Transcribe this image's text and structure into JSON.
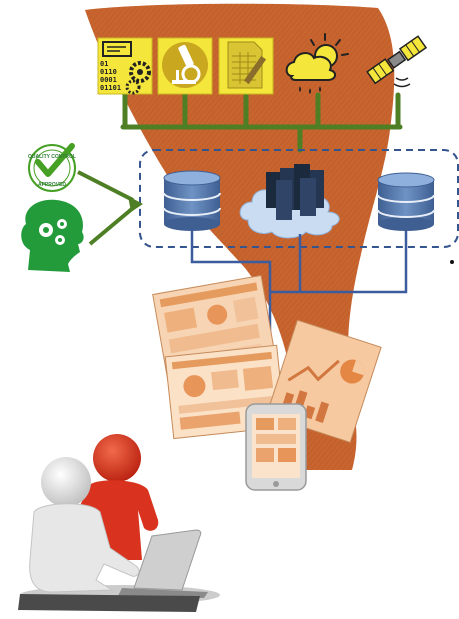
{
  "diagram": {
    "source_icons": [
      {
        "name": "code-gears-icon",
        "binary_lines": [
          "01",
          "0110",
          "0001",
          "01101"
        ]
      },
      {
        "name": "microscope-icon"
      },
      {
        "name": "spreadsheet-pencil-icon"
      },
      {
        "name": "weather-cloud-rain-icon"
      },
      {
        "name": "satellite-icon"
      }
    ],
    "quality_badge": {
      "top_text": "QUALITY CONTROL",
      "bottom_text": "APPROVED"
    },
    "colors": {
      "ribbon": "#c8642e",
      "ribbon_dark": "#a84f20",
      "icon_tile": "#f5e63c",
      "green_connector": "#4e7f25",
      "blue_connector": "#3b5c9e",
      "dashed_border": "#35558f",
      "database": "#5b7fb1",
      "cloud": "#c9dcf2",
      "server": "#1c2a3e",
      "badge_green": "#45a024",
      "head_green": "#239b3b",
      "person_red": "#d9331f",
      "person_white": "#e7e7e7",
      "laptop": "#cfcfcf",
      "reports": "#f3c7a0"
    }
  }
}
